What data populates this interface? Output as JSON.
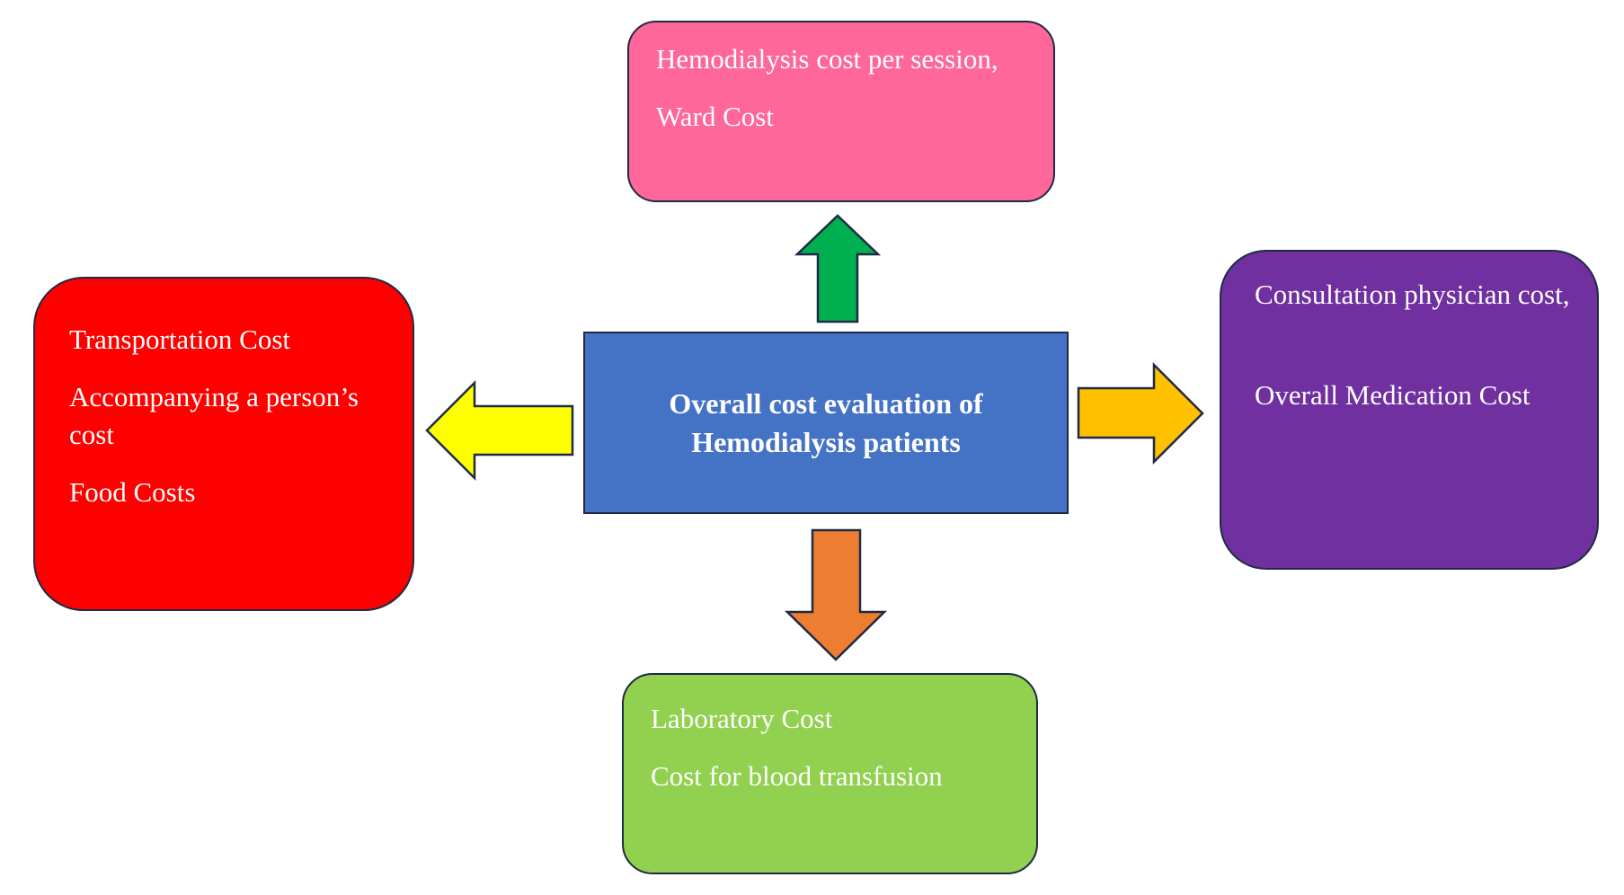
{
  "center": {
    "line1": "Overall cost evaluation of",
    "line2": "Hemodialysis patients",
    "color": "#4472c4"
  },
  "boxes": {
    "top": {
      "color": "#ff6699",
      "items": [
        "Hemodialysis cost per session,",
        "Ward Cost"
      ]
    },
    "left": {
      "color": "#ff0000",
      "items": [
        "Transportation Cost",
        "Accompanying a person’s cost",
        "Food Costs"
      ]
    },
    "right": {
      "color": "#7030a0",
      "items": [
        "Consultation physician cost,",
        "Overall Medication Cost"
      ]
    },
    "bottom": {
      "color": "#92d050",
      "items": [
        "Laboratory Cost",
        "Cost for blood transfusion"
      ]
    }
  },
  "arrows": {
    "up": {
      "color": "#00b050"
    },
    "left": {
      "color": "#ffff00"
    },
    "right": {
      "color": "#ffc000"
    },
    "down": {
      "color": "#ed7d31"
    }
  },
  "outline_color": "#1f2a44"
}
